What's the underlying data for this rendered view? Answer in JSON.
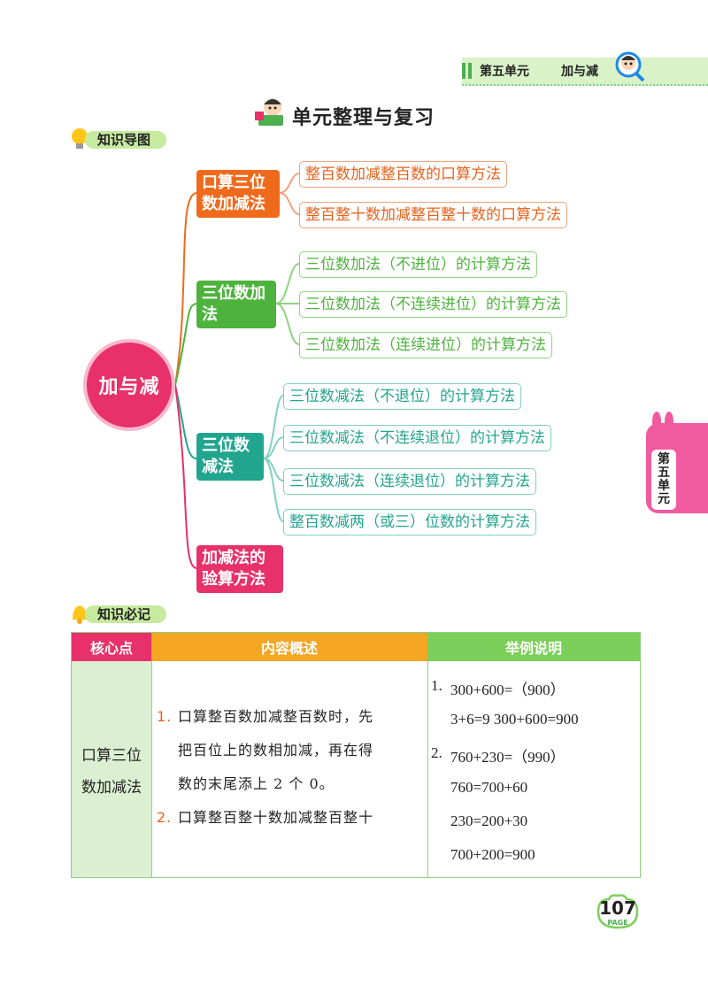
{
  "header": {
    "unit": "第五单元",
    "topic": "加与减"
  },
  "page_title": "单元整理与复习",
  "sections": {
    "mindmap": "知识导图",
    "notes": "知识必记"
  },
  "mindmap": {
    "root": "加与减",
    "categories": [
      {
        "label": "口算三位数加减法",
        "color": "#f06a1c",
        "items": [
          "整百数加减整百数的口算方法",
          "整百整十数加减整百整十数的口算方法"
        ]
      },
      {
        "label": "三位数加法",
        "color": "#4db33d",
        "items": [
          "三位数加法（不进位）的计算方法",
          "三位数加法（不连续进位）的计算方法",
          "三位数加法（连续进位）的计算方法"
        ]
      },
      {
        "label": "三位数减法",
        "color": "#22a58f",
        "items": [
          "三位数减法（不退位）的计算方法",
          "三位数减法（不连续退位）的计算方法",
          "三位数减法（连续退位）的计算方法",
          "整百数减两（或三）位数的计算方法"
        ]
      },
      {
        "label": "加减法的验算方法",
        "color": "#e8306a",
        "items": []
      }
    ]
  },
  "side_tab": "第五单元",
  "table": {
    "headers": [
      "核心点",
      "内容概述",
      "举例说明"
    ],
    "header_colors": [
      "#e8306a",
      "#f5a623",
      "#7ccf5a"
    ],
    "row": {
      "key": [
        "口算三位",
        "数加减法"
      ],
      "content": [
        {
          "num": "1.",
          "lines": [
            "口算整百数加减整百数时，先",
            "把百位上的数相加减，再在得",
            "数的末尾添上 2 个 0。"
          ]
        },
        {
          "num": "2.",
          "lines": [
            "口算整百整十数加减整百整十"
          ]
        }
      ],
      "examples": [
        {
          "num": "1.",
          "text": "300+600=（900）"
        },
        {
          "num": "",
          "text": "3+6=9    300+600=900"
        },
        {
          "num": "2.",
          "text": "760+230=（990）"
        },
        {
          "num": "",
          "text": "760=700+60"
        },
        {
          "num": "",
          "text": "230=200+30"
        },
        {
          "num": "",
          "text": "700+200=900"
        }
      ]
    }
  },
  "page": {
    "number": "107",
    "label": "PAGE"
  }
}
